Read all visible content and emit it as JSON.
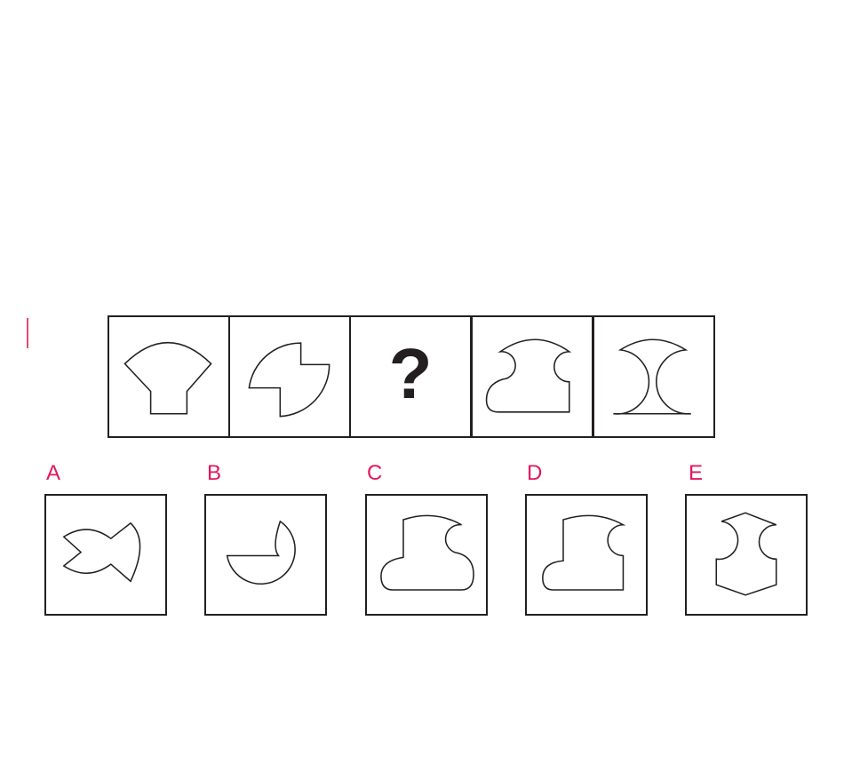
{
  "puzzle": {
    "sequence": [
      {
        "content": "shape"
      },
      {
        "content": "shape"
      },
      {
        "content": "?"
      },
      {
        "content": "shape"
      },
      {
        "content": "shape"
      }
    ],
    "options": [
      {
        "label": "A"
      },
      {
        "label": "B"
      },
      {
        "label": "C"
      },
      {
        "label": "D"
      },
      {
        "label": "E"
      }
    ],
    "colors": {
      "stroke": "#231f20",
      "option_label": "#e4175b",
      "background": "#ffffff"
    }
  }
}
